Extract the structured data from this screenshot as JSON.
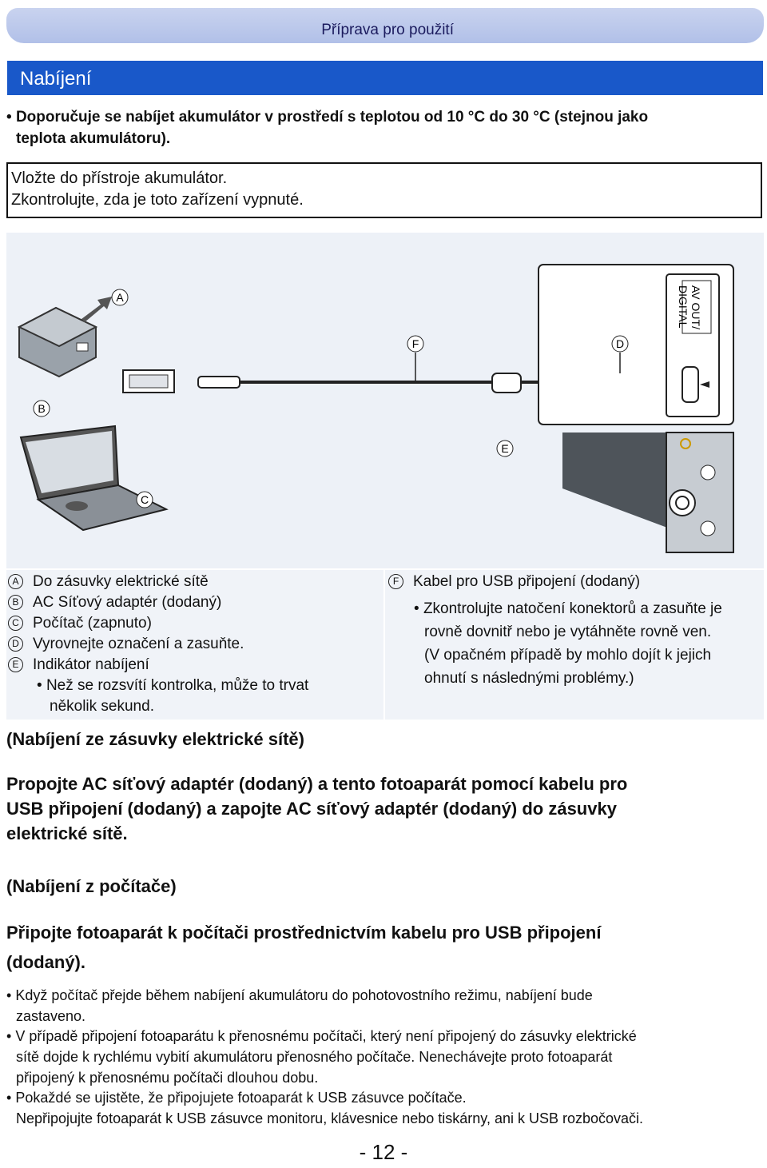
{
  "header": {
    "title": "Příprava pro použití"
  },
  "section": {
    "title": "Nabíjení"
  },
  "intro": {
    "line1": "Doporučuje se nabíjet akumulátor v prostředí s teplotou od 10 °C do 30 °C (stejnou jako",
    "line2": "teplota akumulátoru)."
  },
  "box": {
    "line1": "Vložte do přístroje akumulátor.",
    "line2": "Zkontrolujte, zda je toto zařízení vypnuté."
  },
  "diagram": {
    "labels": {
      "a": "A",
      "b": "B",
      "c": "C",
      "d": "D",
      "e": "E",
      "f": "F"
    },
    "port_label_1": "AV OUT/",
    "port_label_2": "DIGITAL"
  },
  "legend": {
    "a": {
      "letter": "A",
      "text": "Do zásuvky elektrické sítě"
    },
    "b": {
      "letter": "B",
      "text": "AC Síťový adaptér (dodaný)"
    },
    "c": {
      "letter": "C",
      "text": "Počítač (zapnuto)"
    },
    "d": {
      "letter": "D",
      "text": "Vyrovnejte označení a zasuňte."
    },
    "e": {
      "letter": "E",
      "text": "Indikátor nabíjení",
      "sub1": "Než se rozsvítí kontrolka, může to trvat",
      "sub2": "několik sekund."
    },
    "f": {
      "letter": "F",
      "text": "Kabel pro USB připojení (dodaný)",
      "sub1": "Zkontrolujte natočení konektorů a zasuňte je",
      "sub2": "rovně dovnitř nebo je vytáhněte rovně ven.",
      "sub3": "(V opačném případě by mohlo dojít k jejich",
      "sub4": "ohnutí s následnými problémy.)"
    }
  },
  "mains": {
    "heading": "(Nabíjení ze zásuvky elektrické sítě)",
    "step1": "Propojte AC síťový adaptér (dodaný) a tento fotoaparát pomocí kabelu pro",
    "step2": "USB připojení (dodaný) a zapojte AC síťový adaptér (dodaný) do zásuvky",
    "step3": "elektrické sítě."
  },
  "pc": {
    "heading": "(Nabíjení z počítače)",
    "step1": "Připojte fotoaparát k počítači prostřednictvím kabelu pro USB připojení",
    "step2": "(dodaný)."
  },
  "notes": {
    "n1a": "Když počítač přejde během nabíjení akumulátoru do pohotovostního režimu, nabíjení bude",
    "n1b": "zastaveno.",
    "n2a": "V případě připojení fotoaparátu k přenosnému počítači, který není připojený do zásuvky elektrické",
    "n2b": "sítě dojde k rychlému vybití akumulátoru přenosného počítače. Nenechávejte proto fotoaparát",
    "n2c": "připojený k přenosnému počítači dlouhou dobu.",
    "n3a": "Pokaždé se ujistěte, že připojujete fotoaparát k USB zásuvce počítače.",
    "n3b": "Nepřipojujte fotoaparát k USB zásuvce monitoru, klávesnice nebo tiskárny, ani k USB rozbočovači."
  },
  "footer": {
    "page": "- 12 -"
  },
  "bullet": "•"
}
